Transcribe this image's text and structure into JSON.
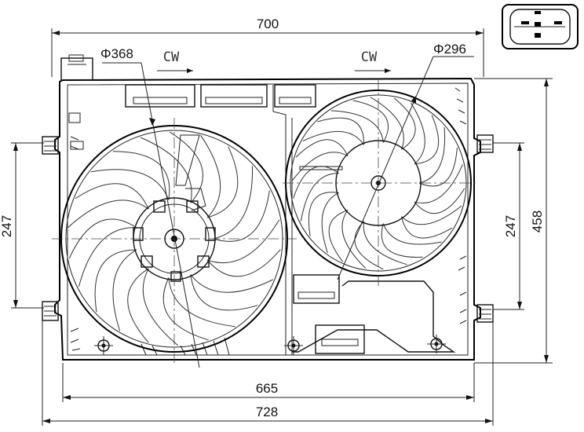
{
  "dimensions": {
    "top_width": "700",
    "frame_width": "665",
    "overall_width": "728",
    "left_mount_spacing": "247",
    "right_mount_spacing": "247",
    "overall_height": "458",
    "left_fan_diameter": "Φ368",
    "right_fan_diameter": "Φ296"
  },
  "rotation": {
    "left_fan": "CW",
    "right_fan": "CW"
  }
}
